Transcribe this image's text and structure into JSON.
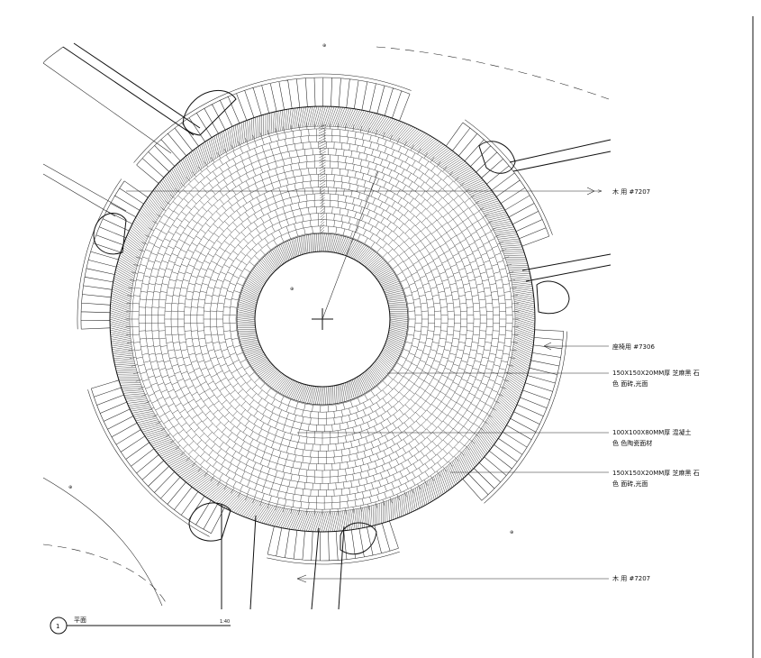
{
  "callouts": {
    "top_right": "木 用 #7207",
    "mid_right": "座椅用 #7306",
    "inner_ring_line1": "150X150X20MM厚 芝麻黑 石",
    "inner_ring_line2": "色 面砖,光面",
    "middle_ring_line1": "100X100X80MM厚 混凝土",
    "middle_ring_line2": "色 色陶瓷面材",
    "outer_ring_line1": "150X150X20MM厚 芝麻黑 石",
    "outer_ring_line2": "色 面砖,光面",
    "bottom": "木 用 #7207"
  },
  "title_block": {
    "number": "1",
    "title": "平面",
    "scale": "1:40"
  }
}
